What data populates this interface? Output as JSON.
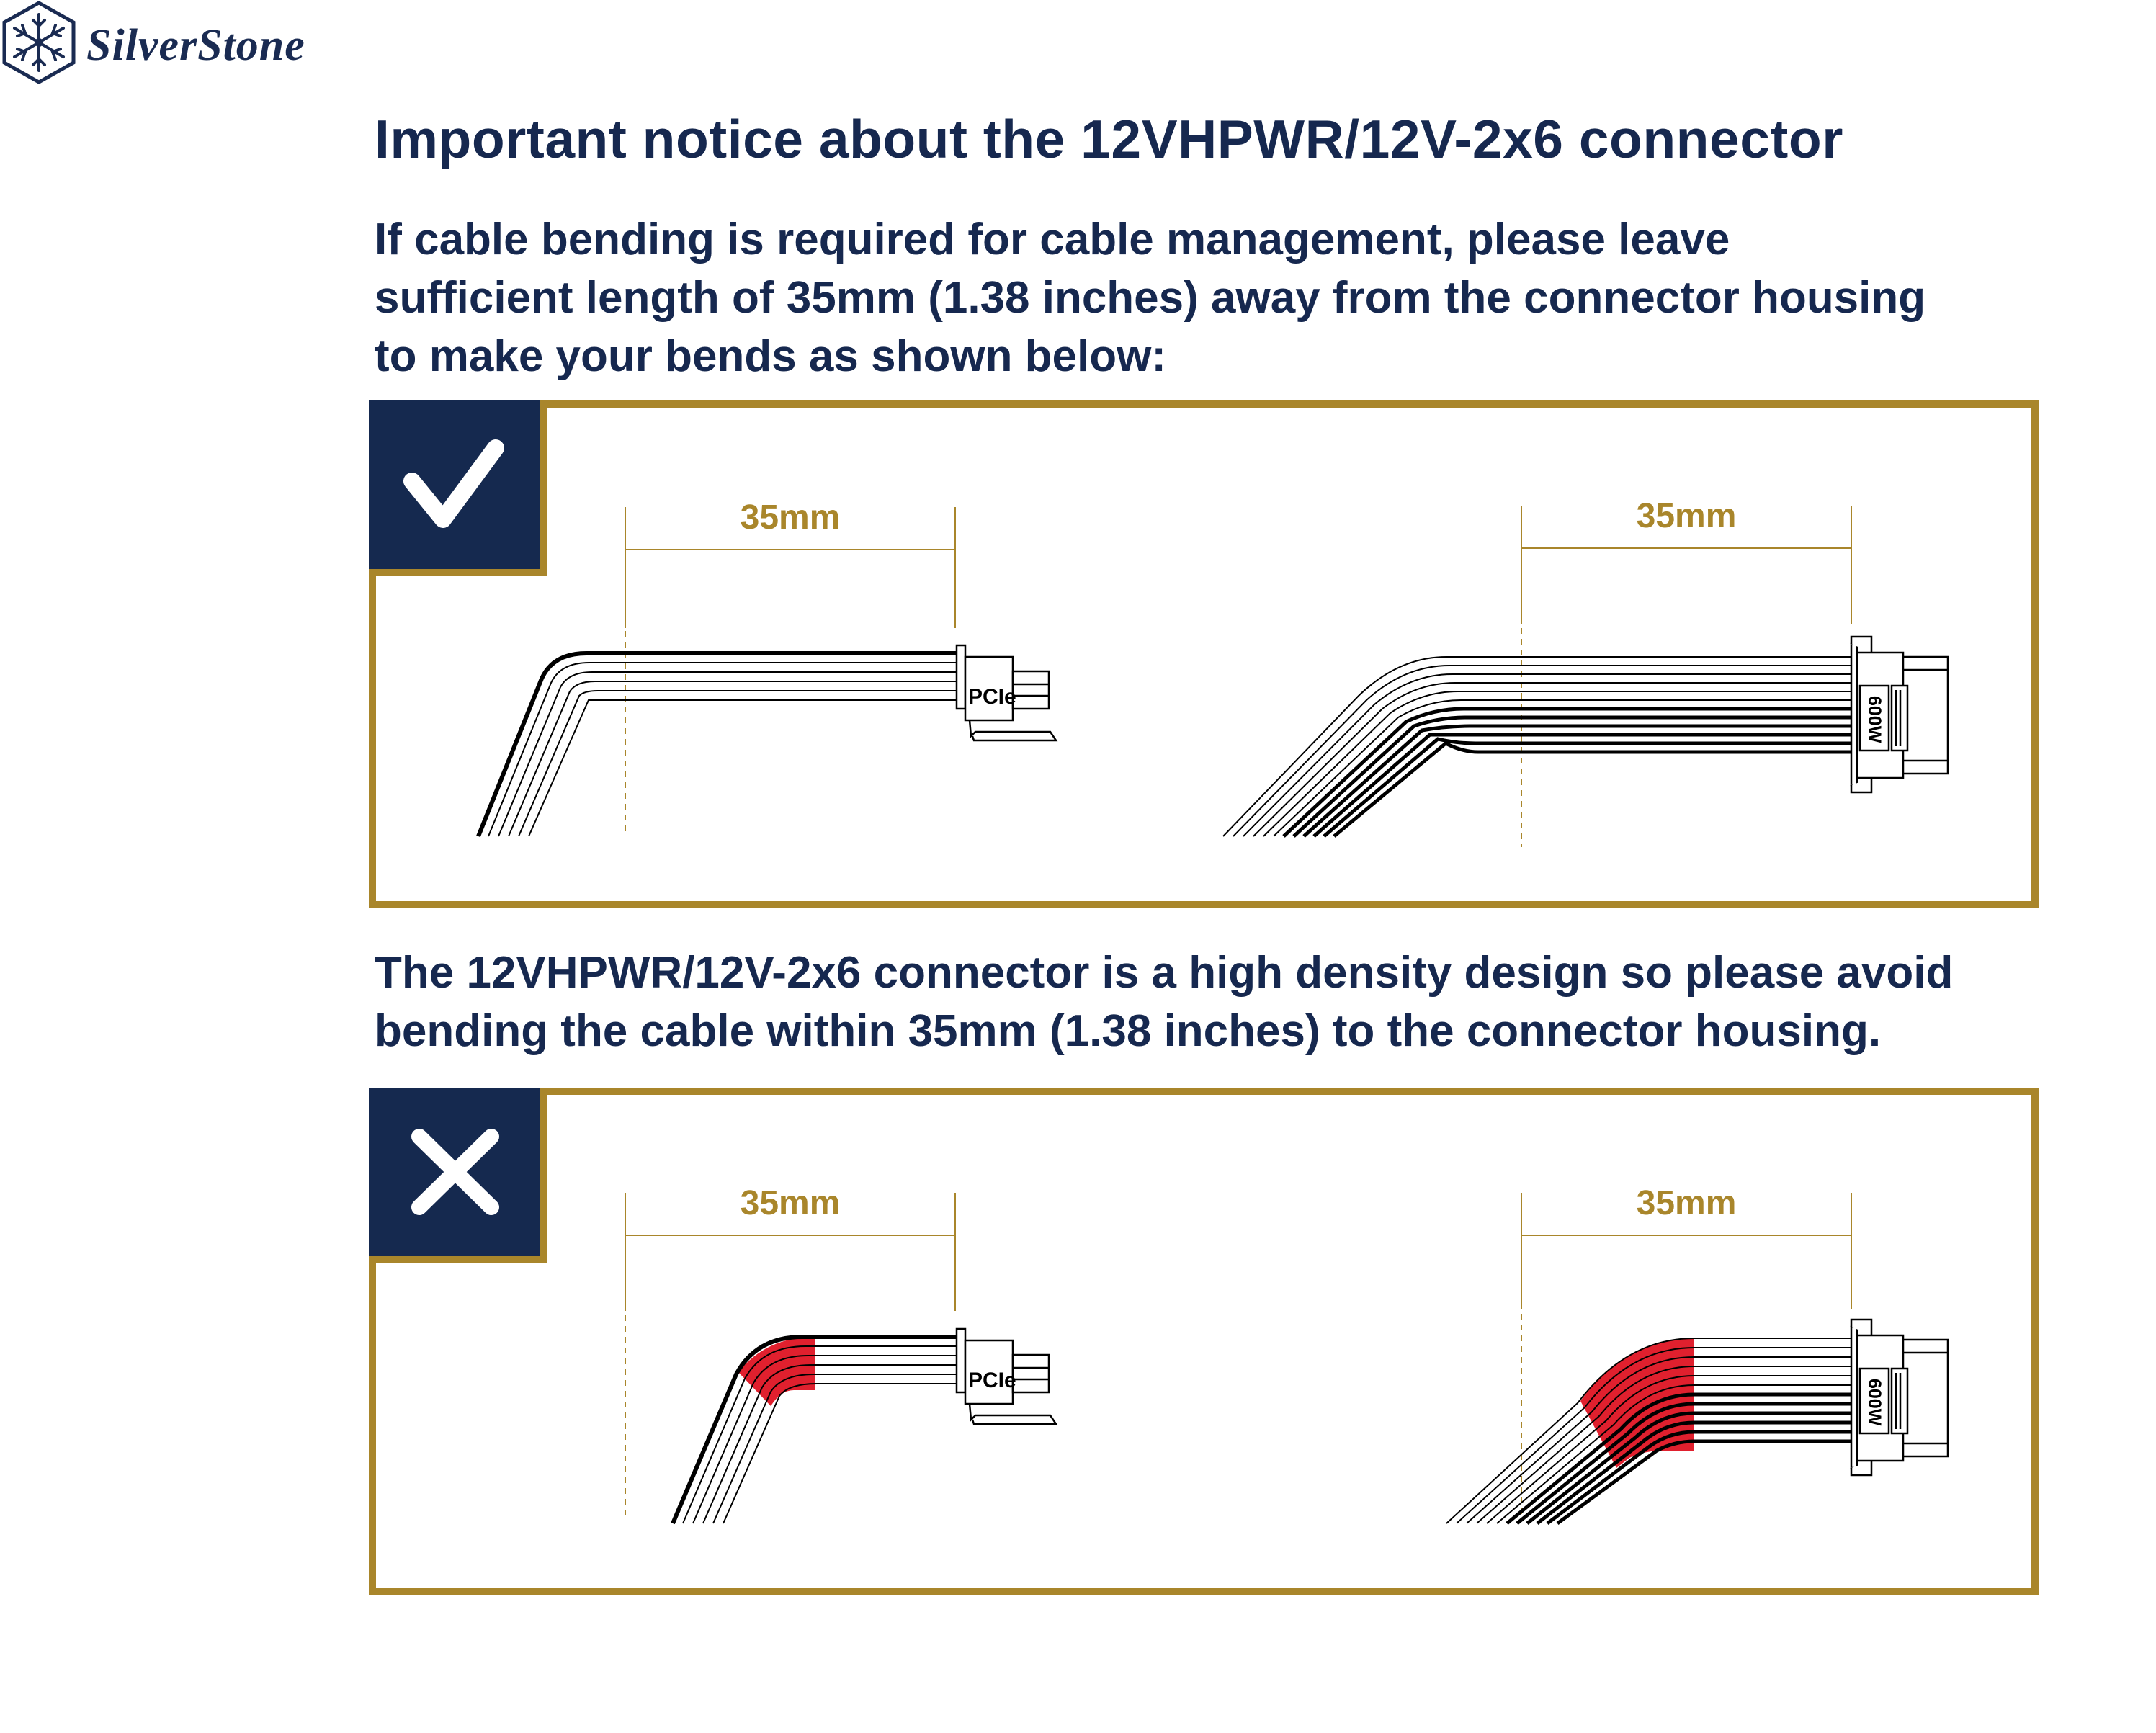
{
  "brand": {
    "logo_text": "SilverStone",
    "logo_icon": "snowflake-hexagon-icon"
  },
  "heading": "Important notice about the 12VHPWR/12V-2x6 connector",
  "instruction": {
    "lines": [
      "If cable bending is required for cable management, please leave",
      "sufficient length of 35mm (1.38 inches) away from the connector housing",
      "to make your bends as shown below:"
    ]
  },
  "warning": {
    "lines": [
      "The 12VHPWR/12V-2x6 connector is a high density design so please avoid",
      "bending the cable within 35mm (1.38 inches) to the connector housing."
    ]
  },
  "panels": {
    "correct": {
      "badge_icon": "checkmark-icon",
      "pcie": {
        "dimension_label": "35mm",
        "connector_label": "PCIe"
      },
      "hpwr": {
        "dimension_label": "35mm",
        "connector_label": "600W"
      }
    },
    "incorrect": {
      "badge_icon": "cross-icon",
      "pcie": {
        "dimension_label": "35mm",
        "connector_label": "PCIe"
      },
      "hpwr": {
        "dimension_label": "35mm",
        "connector_label": "600W"
      }
    }
  },
  "colors": {
    "navy": "#15294f",
    "gold": "#a9862b",
    "bend_zone_red": "#e0202e",
    "wire_black": "#000000"
  }
}
